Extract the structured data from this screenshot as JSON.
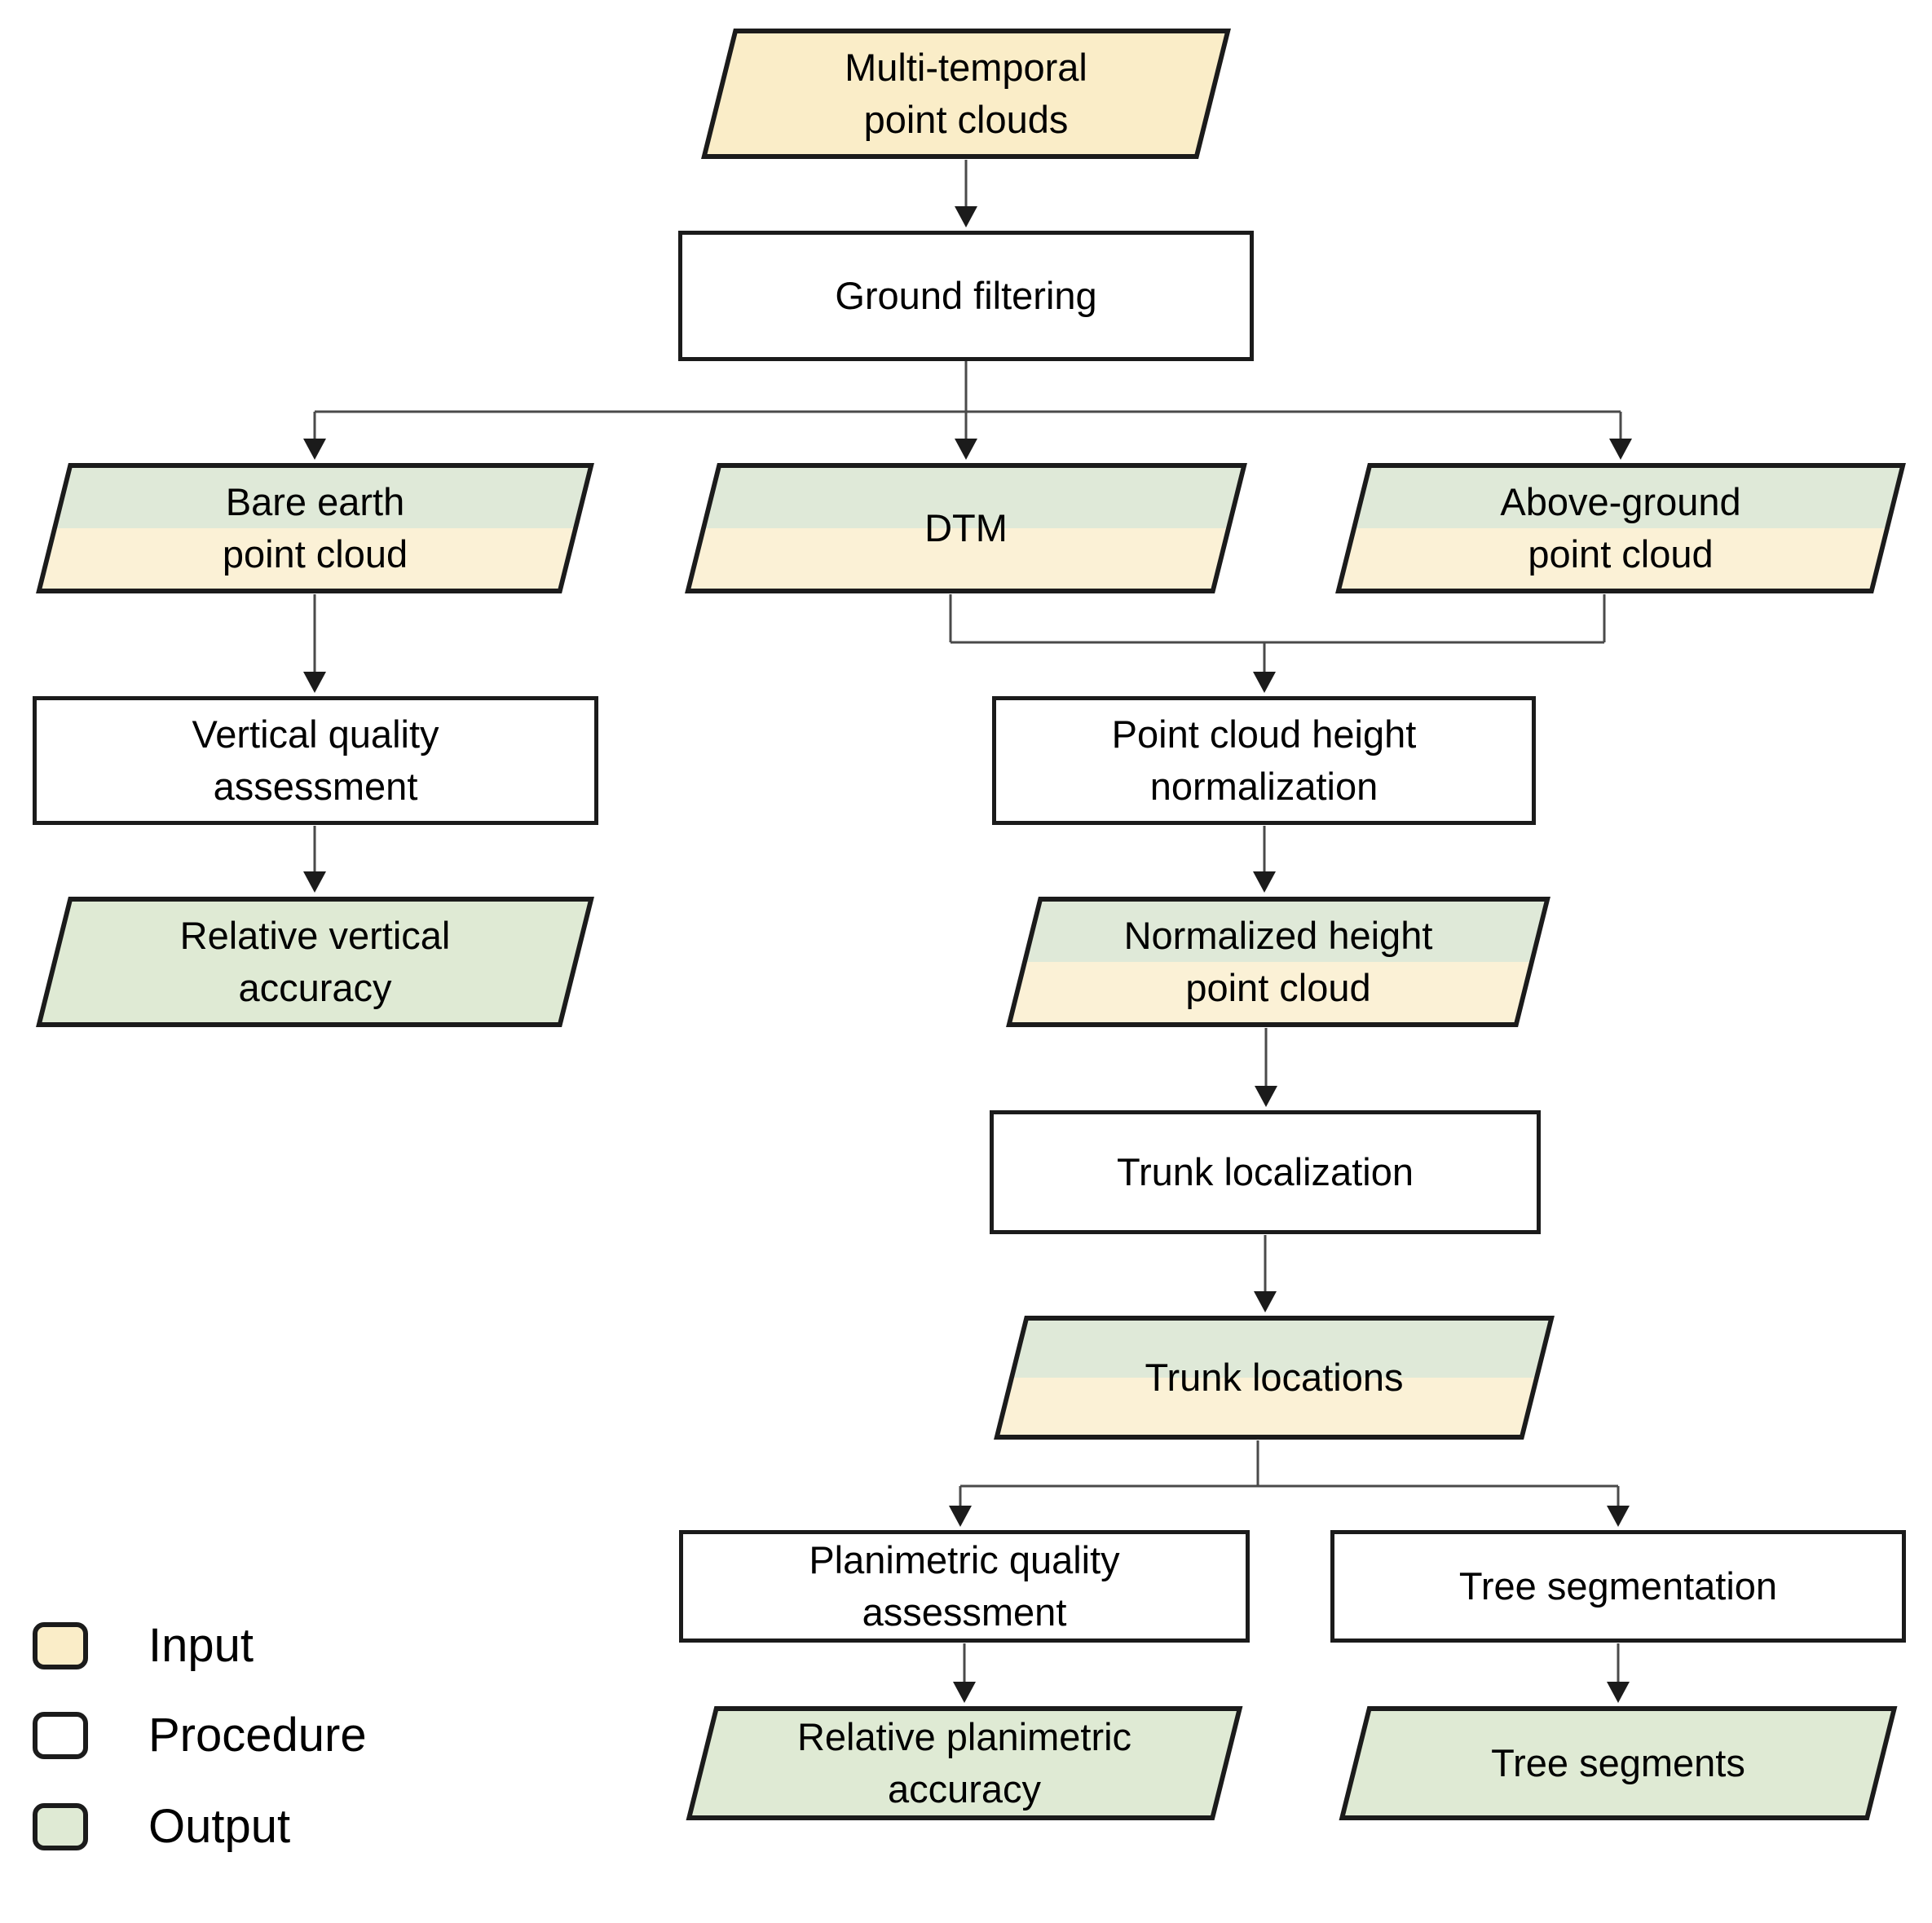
{
  "diagram": {
    "nodes": {
      "multi_temporal": {
        "label": "Multi-temporal\npoint clouds",
        "type": "input"
      },
      "ground_filtering": {
        "label": "Ground filtering",
        "type": "procedure"
      },
      "bare_earth": {
        "label": "Bare earth\npoint cloud",
        "type": "output-input"
      },
      "dtm": {
        "label": "DTM",
        "type": "output-input"
      },
      "above_ground": {
        "label": "Above-ground\npoint cloud",
        "type": "output-input"
      },
      "vertical_quality": {
        "label": "Vertical quality\nassessment",
        "type": "procedure"
      },
      "relative_vertical": {
        "label": "Relative vertical\naccuracy",
        "type": "output"
      },
      "height_normalization": {
        "label": "Point cloud height\nnormalization",
        "type": "procedure"
      },
      "normalized_height": {
        "label": "Normalized height\npoint cloud",
        "type": "output-input"
      },
      "trunk_localization": {
        "label": "Trunk localization",
        "type": "procedure"
      },
      "trunk_locations": {
        "label": "Trunk locations",
        "type": "output-input"
      },
      "planimetric_quality": {
        "label": "Planimetric quality\nassessment",
        "type": "procedure"
      },
      "relative_planimetric": {
        "label": "Relative planimetric\naccuracy",
        "type": "output"
      },
      "tree_segmentation": {
        "label": "Tree segmentation",
        "type": "procedure"
      },
      "tree_segments": {
        "label": "Tree segments",
        "type": "output"
      }
    },
    "legend": {
      "items": [
        {
          "label": "Input",
          "color": "#FAEDC8"
        },
        {
          "label": "Procedure",
          "color": "#FFFFFF"
        },
        {
          "label": "Output",
          "color": "#DFEAD4"
        }
      ]
    },
    "colors": {
      "input_fill": "#FAEDC8",
      "procedure_fill": "#FFFFFF",
      "output_fill": "#DFEAD4",
      "io_top_fill": "#DFE9D8",
      "io_bottom_fill": "#FBF1D6",
      "shape_border": "#1B1B1B",
      "connector": "#4A4A4A"
    }
  }
}
